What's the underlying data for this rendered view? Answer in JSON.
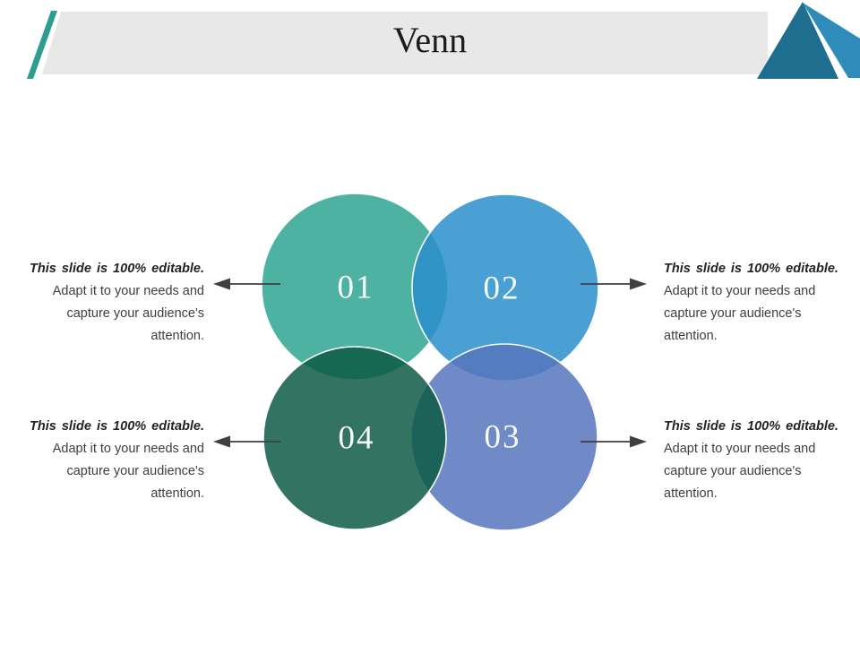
{
  "header": {
    "title": "Venn",
    "bar_color": "#E8E8E8",
    "slash_color": "#2E9D8F",
    "triangle_dark_color": "#1D6E8F",
    "triangle_light_color": "#2F8CBA"
  },
  "venn": {
    "circles": [
      {
        "label": "01",
        "position": "top-left",
        "shown_color": "#4DB2A2",
        "fill": "#2EA592"
      },
      {
        "label": "02",
        "position": "top-right",
        "shown_color": "#4A9FD3",
        "fill": "#2A8ECB"
      },
      {
        "label": "03",
        "position": "bottom-right",
        "shown_color": "#6F87C5",
        "fill": "#5676BD"
      },
      {
        "label": "04",
        "position": "bottom-left",
        "shown_color": "#327361",
        "fill": "#0E5A45"
      }
    ],
    "label_color": "#FFFFFF",
    "arrow_color": "#3F3F3F"
  },
  "callouts": [
    {
      "position": "top-left",
      "lines": [
        "This slide is 100% editable.",
        "Adapt it to your needs and",
        "capture your audience's",
        "attention."
      ]
    },
    {
      "position": "top-right",
      "lines": [
        "This slide is 100% editable.",
        "Adapt it to your needs and",
        "capture your audience's",
        "attention."
      ]
    },
    {
      "position": "bottom-left",
      "lines": [
        "This slide is 100% editable.",
        "Adapt it to your needs and",
        "capture your audience's",
        "attention."
      ]
    },
    {
      "position": "bottom-right",
      "lines": [
        "This slide is 100% editable.",
        "Adapt it to your needs and",
        "capture your audience's",
        "attention."
      ]
    }
  ]
}
